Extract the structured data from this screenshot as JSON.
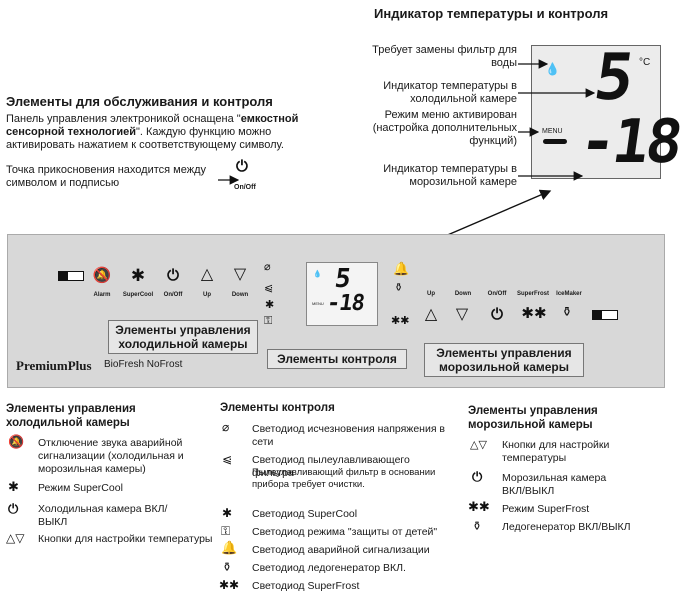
{
  "top": {
    "title": "Индикатор температуры и контроля",
    "filter_label": "Требует замены фильтр для воды",
    "fridge_temp_label": "Индикатор температуры в холодильной камере",
    "menu_label": "Режим меню активирован (настройка дополнительных функций)",
    "freezer_temp_label": "Индикатор температуры в морозильной камере",
    "display_fridge": "5",
    "display_unit": "°C",
    "display_menu": "MENU",
    "display_freezer": "-18"
  },
  "intro": {
    "title": "Элементы для обслуживания и контроля",
    "text_1": "Панель управления электроникой оснащена \"",
    "text_bold": "емкостной сенсорной технологией",
    "text_2": "\". Каждую функцию можно активировать нажатием к соответствующему символу.",
    "touch_text": "Точка прикосновения находится между символом и подписью",
    "onoff": "On/Off"
  },
  "panel": {
    "fridge_buttons": [
      "Alarm",
      "SuperCool",
      "On/Off",
      "Up",
      "Down"
    ],
    "freezer_buttons": [
      "Up",
      "Down",
      "On/Off",
      "SuperFrost",
      "IceMaker"
    ],
    "display_fridge": "5",
    "display_menu": "MENU",
    "display_freezer": "-18",
    "brand_1": "PremiumPlus",
    "brand_2": "BioFresh NoFrost",
    "box_fridge": "Элементы управления холодильной камеры",
    "box_control": "Элементы контроля",
    "box_freezer": "Элементы управления морозильной камеры"
  },
  "legend": {
    "fridge_title": "Элементы управления холодильной камеры",
    "fridge_items": [
      "Отключение звука аварийной сигнализации (холодильная и морозильная камеры)",
      "Режим SuperCool",
      "Холодильная камера ВКЛ/ВЫКЛ",
      "Кнопки для настройки температуры"
    ],
    "control_title": "Элементы контроля",
    "control_items": [
      "Светодиод исчезновения напряжения в сети",
      "Светодиод пылеулавливающего фильтра",
      "Пылеулавливающий фильтр в основании прибора требует очистки.",
      "Светодиод SuperCool",
      "Светодиод режима \"защиты от детей\"",
      "Светодиод аварийной сигнализации",
      "Светодиод ледогенератор ВКЛ.",
      "Светодиод SuperFrost"
    ],
    "freezer_title": "Элементы управления морозильной камеры",
    "freezer_items": [
      "Кнопки для настройки температуры",
      "Морозильная камера ВКЛ/ВЫКЛ",
      "Режим SuperFrost",
      "Ледогенератор ВКЛ/ВЫКЛ"
    ]
  }
}
